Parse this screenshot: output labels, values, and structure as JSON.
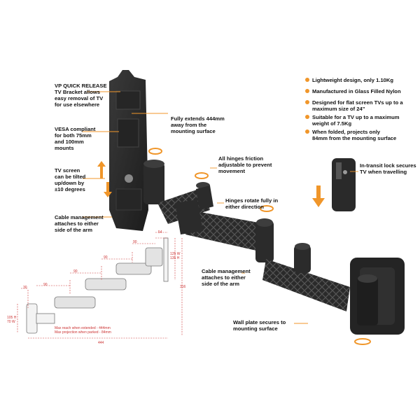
{
  "colors": {
    "accent": "#f0962a",
    "arm": "#2b2b2b",
    "dimension": "#cc3333"
  },
  "left_callouts": {
    "quick_release": [
      "VP QUICK RELEASE",
      "TV Bracket allows",
      "easy removal of TV",
      "for use elsewhere"
    ],
    "vesa": [
      "VESA compliant",
      "for both 75mm",
      "and 100mm",
      "mounts"
    ],
    "tilt": [
      "TV screen",
      "can be tilted",
      "up/down by",
      "±10 degrees"
    ],
    "cable_top": [
      "Cable management",
      "attaches to either",
      "side of the arm"
    ]
  },
  "center_callouts": {
    "extends": [
      "Fully extends 444mm",
      "away from the",
      "mounting surface"
    ],
    "friction": [
      "All hinges friction",
      "adjustable to prevent",
      "movement"
    ],
    "rotate": [
      "Hinges rotate fully in",
      "either direction"
    ],
    "cable_bottom": [
      "Cable management",
      "attaches to either",
      "side of the arm"
    ],
    "wall_plate": [
      "Wall plate secures to",
      "mounting surface"
    ],
    "lock": [
      "In-transit lock secures",
      "TV when travelling"
    ]
  },
  "features": [
    [
      "Lightweight design, only 1.10Kg"
    ],
    [
      "Manufactured in Glass Filled Nylon"
    ],
    [
      "Designed for flat screen TVs up to a",
      "maximum size of 24\""
    ],
    [
      "Suitable for a TV up to a maximum",
      "weight of 7.5Kg"
    ],
    [
      "When folded, projects only",
      "84mm from the mounting surface"
    ]
  ],
  "dimensions": {
    "d54": "54",
    "d90a": "90",
    "d90b": "90",
    "d90c": "90",
    "d90d": "90",
    "d30": "30",
    "d444": "444",
    "d316": "316",
    "h125": "125 W",
    "h135": "135 H",
    "h105": "105 H",
    "h70": "70 W",
    "notes": [
      "Max reach when extended - 444mm",
      "Max projection when parked - 84mm"
    ]
  }
}
